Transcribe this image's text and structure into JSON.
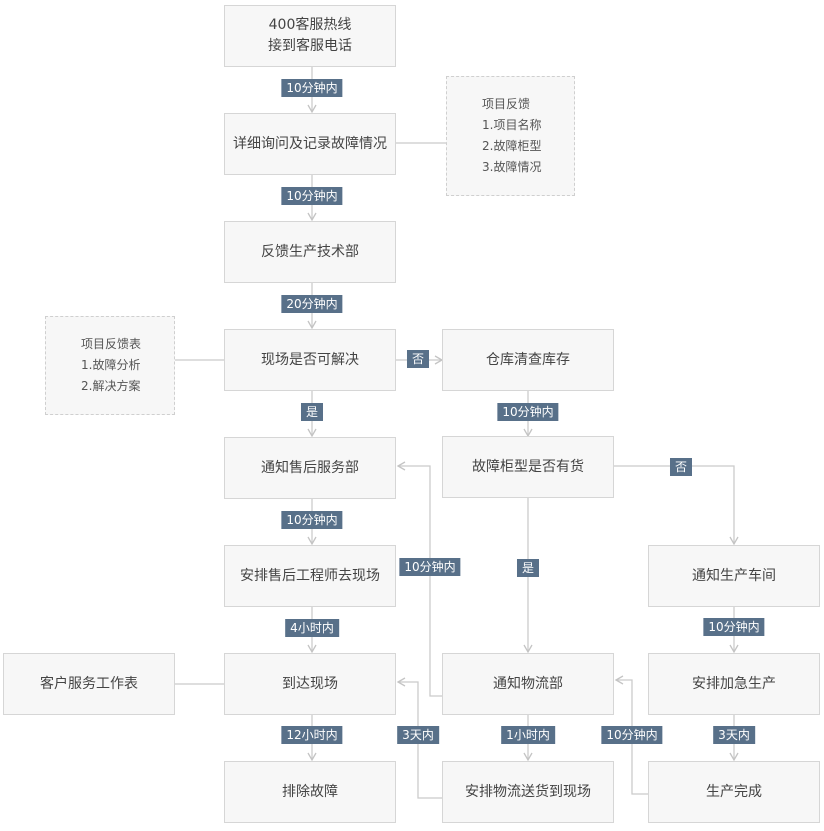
{
  "diagram": {
    "nodes": {
      "hotline": {
        "line1": "400客服热线",
        "line2": "接到客服电话"
      },
      "record": "详细询问及记录故障情况",
      "feedback_tech": "反馈生产技术部",
      "solvable": "现场是否可解决",
      "warehouse": "仓库清查库存",
      "notify_aftersales": "通知售后服务部",
      "in_stock": "故障柜型是否有货",
      "dispatch_engineer": "安排售后工程师去现场",
      "notify_workshop": "通知生产车间",
      "customer_sheet": "客户服务工作表",
      "arrive_site": "到达现场",
      "notify_logistics": "通知物流部",
      "urgent_production": "安排加急生产",
      "troubleshoot": "排除故障",
      "ship_to_site": "安排物流送货到现场",
      "production_done": "生产完成"
    },
    "notes": {
      "project_feedback": {
        "title": "项目反馈",
        "items": [
          "1.项目名称",
          "2.故障柜型",
          "3.故障情况"
        ]
      },
      "feedback_sheet": {
        "title": "项目反馈表",
        "items": [
          "1.故障分析",
          "2.解决方案"
        ]
      }
    },
    "labels": {
      "t1": "10分钟内",
      "t2": "10分钟内",
      "t3": "20分钟内",
      "no1": "否",
      "yes1": "是",
      "t4": "10分钟内",
      "no2": "否",
      "t5": "10分钟内",
      "t6": "10分钟内",
      "yes2": "是",
      "t7": "4小时内",
      "t8": "10分钟内",
      "t9": "12小时内",
      "t10": "3天内",
      "t11": "1小时内",
      "t12": "10分钟内",
      "t13": "3天内"
    }
  },
  "colors": {
    "box_bg": "#f7f7f7",
    "box_border": "#d6d6d6",
    "tag_bg": "#587089",
    "line": "#c8c8c8"
  }
}
